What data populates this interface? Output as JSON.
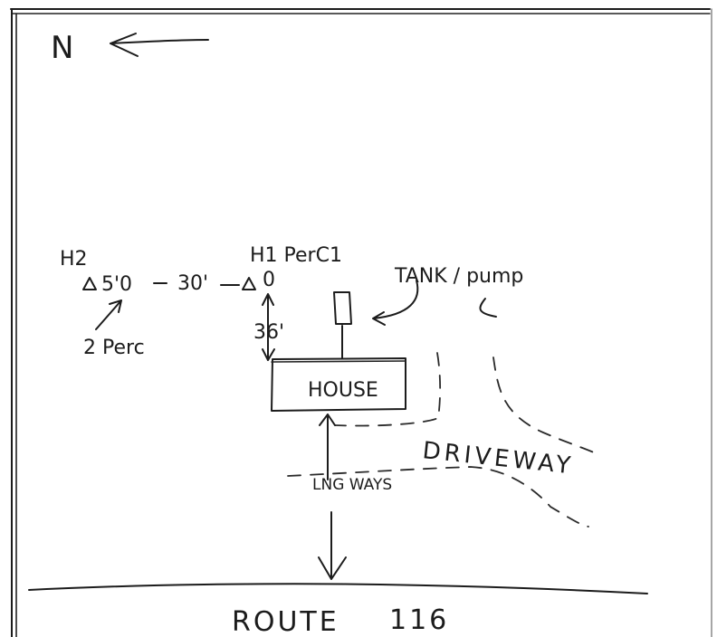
{
  "compass": {
    "north_label": "N"
  },
  "labels": {
    "h2": "H2",
    "h2_depth": "5'0",
    "spacing": "30'",
    "h1": "H1 PerC1",
    "h1_depth": "0",
    "perc2": "2 Perc",
    "h1_to_house": "36'",
    "tank_pump": "TANK / pump",
    "house": "HOUSE",
    "driveway": "DRIVEWAY",
    "long_ways": "LNG WAYS",
    "route": "ROUTE",
    "route_number": "116"
  }
}
